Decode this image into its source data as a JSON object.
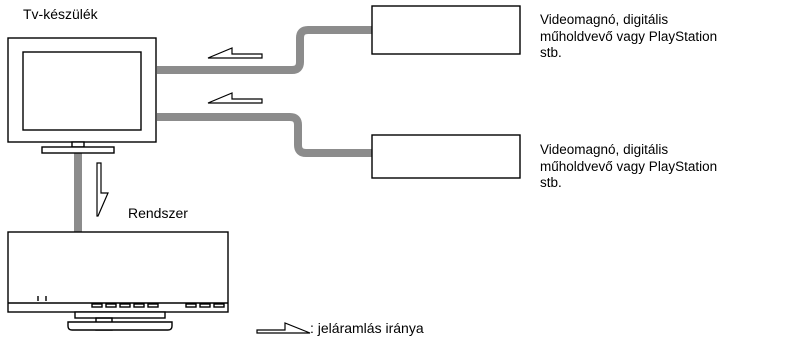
{
  "tv_label": "Tv-készülék",
  "system_label": "Rendszer",
  "devices": [
    {
      "line1": "Videomagnó, digitális",
      "line2": "műholdvevő vagy PlayStation",
      "line3": "stb."
    },
    {
      "line1": "Videomagnó, digitális",
      "line2": "műholdvevő vagy PlayStation",
      "line3": "stb."
    }
  ],
  "legend": {
    "text": ": jeláramlás iránya"
  },
  "colors": {
    "cable": "#8c8c8c",
    "outline": "#000000"
  }
}
